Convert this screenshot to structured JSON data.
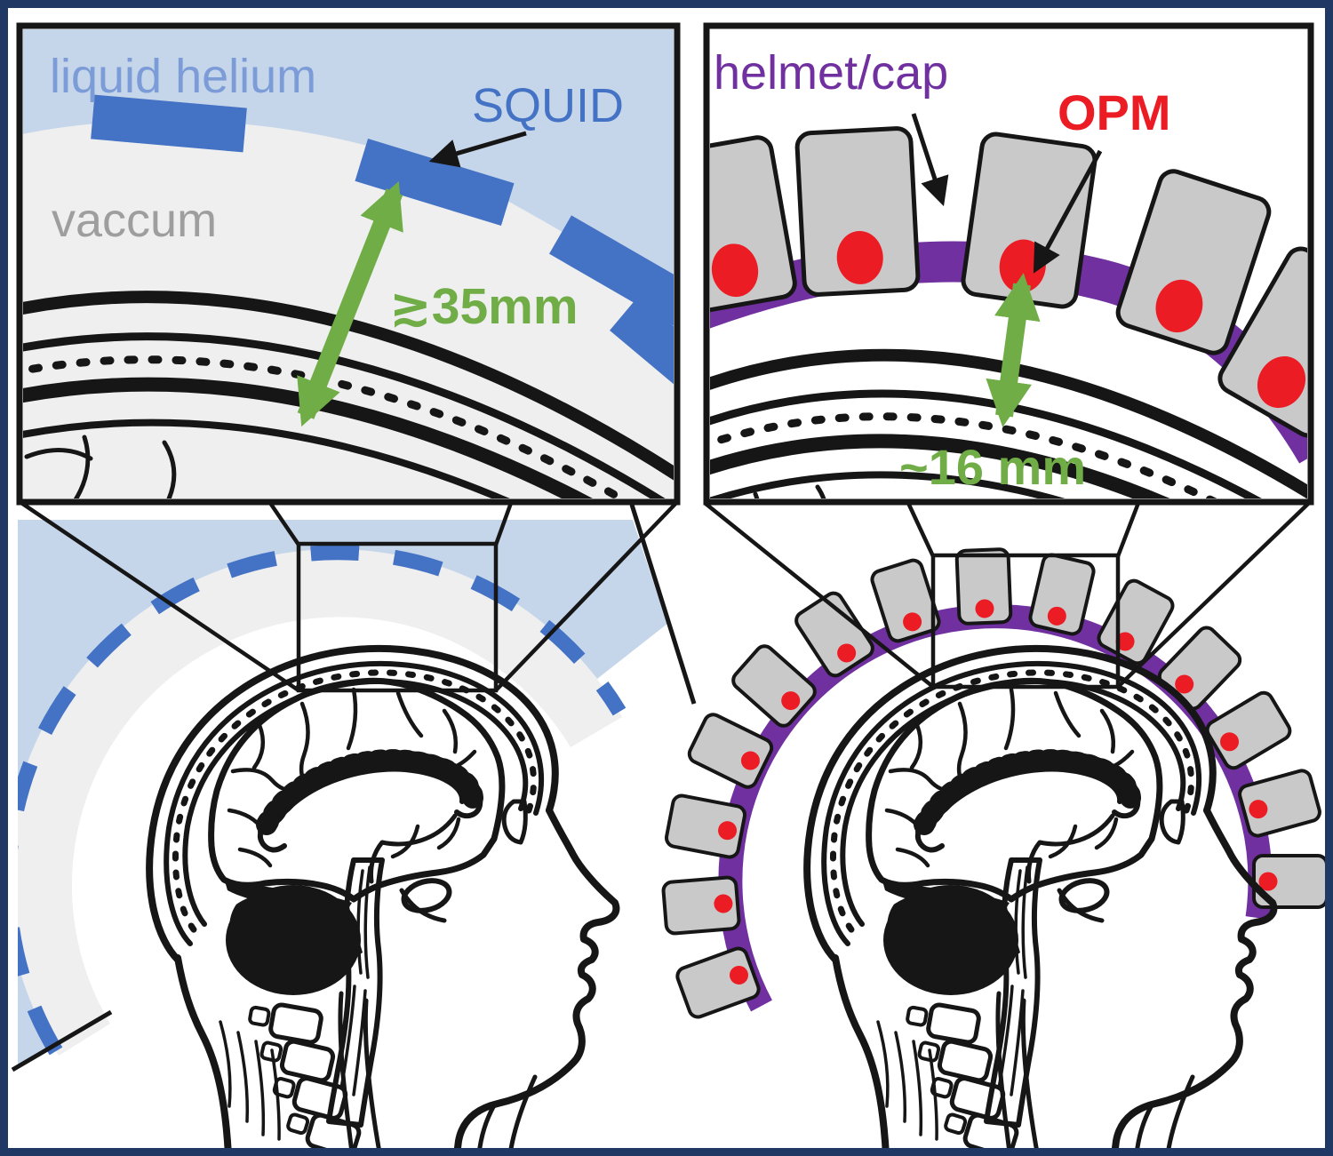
{
  "figure": {
    "type": "MEG sensor standoff comparison diagram",
    "left_panel": {
      "liquid_helium_label": "liquid helium",
      "vacuum_label": "vaccum",
      "sensor_label": "SQUID",
      "standoff_label": "≳35mm"
    },
    "right_panel": {
      "helmet_label": "helmet/cap",
      "sensor_label": "OPM",
      "standoff_label": "~16 mm"
    },
    "colors": {
      "frame_navy": "#1F3864",
      "squid_blue": "#4472C4",
      "liquid_helium_fill": "#C6D6EA",
      "liquid_helium_text": "#7C9CD8",
      "vacuum_fill": "#EFEFEF",
      "vacuum_text": "#9E9E9E",
      "helmet_purple": "#7030A0",
      "opm_red": "#EC1C24",
      "opm_sensor_gray": "#C9C9C9",
      "measure_green": "#70AD47",
      "line_black": "#161616"
    }
  }
}
